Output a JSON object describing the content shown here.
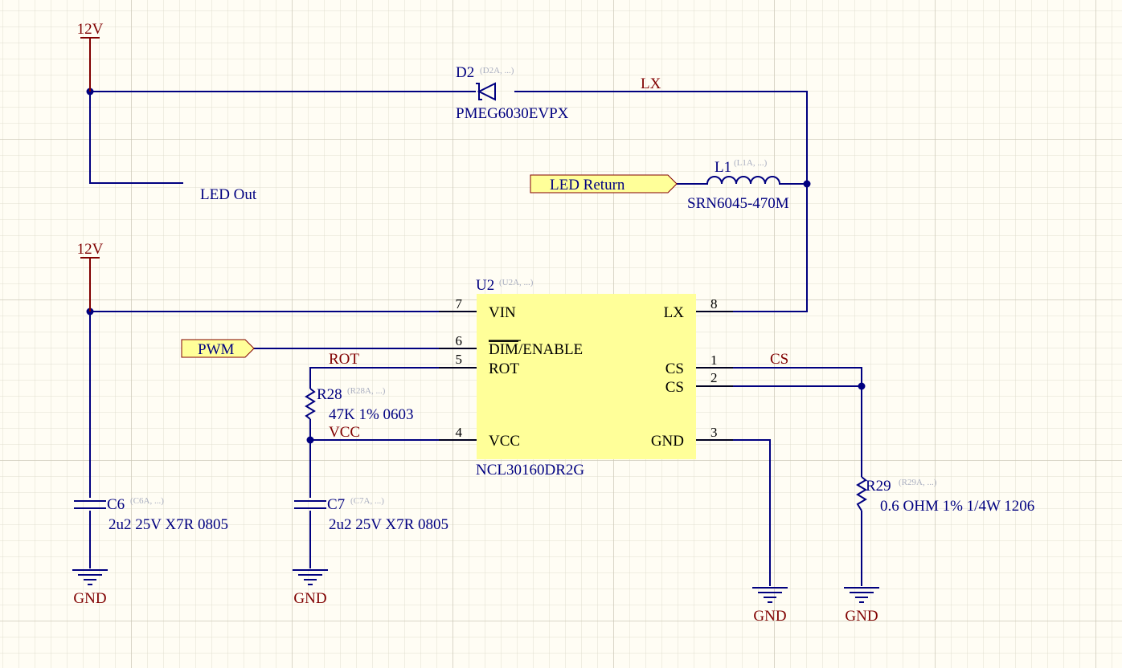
{
  "power": {
    "v12_top": "12V",
    "v12_mid": "12V",
    "gnd_c6": "GND",
    "gnd_c7": "GND",
    "gnd_u2": "GND",
    "gnd_r29": "GND"
  },
  "nets": {
    "lx": "LX",
    "rot": "ROT",
    "vcc": "VCC",
    "cs": "CS",
    "led_out": "LED Out"
  },
  "ports": {
    "led_return": "LED Return",
    "pwm": "PWM"
  },
  "components": {
    "d2": {
      "designator": "D2",
      "alt": "(D2A, ...)",
      "value": "PMEG6030EVPX"
    },
    "l1": {
      "designator": "L1",
      "alt": "(L1A, ...)",
      "value": "SRN6045-470M"
    },
    "u2": {
      "designator": "U2",
      "alt": "(U2A, ...)",
      "value": "NCL30160DR2G"
    },
    "r28": {
      "designator": "R28",
      "alt": "(R28A, ...)",
      "value": "47K 1% 0603"
    },
    "r29": {
      "designator": "R29",
      "alt": "(R29A, ...)",
      "value": "0.6 OHM 1% 1/4W 1206"
    },
    "c6": {
      "designator": "C6",
      "alt": "(C6A, ...)",
      "value": "2u2 25V X7R 0805"
    },
    "c7": {
      "designator": "C7",
      "alt": "(C7A, ...)",
      "value": "2u2 25V X7R 0805"
    }
  },
  "u2_pins": {
    "vin": {
      "num": "7",
      "name": "VIN"
    },
    "dim": {
      "num": "6",
      "name_over": "DIM",
      "name_rest": "/ENABLE"
    },
    "rot": {
      "num": "5",
      "name": "ROT"
    },
    "vcc": {
      "num": "4",
      "name": "VCC"
    },
    "lx": {
      "num": "8",
      "name": "LX"
    },
    "cs1": {
      "num": "1",
      "name": "CS"
    },
    "cs2": {
      "num": "2",
      "name": "CS"
    },
    "gnd": {
      "num": "3",
      "name": "GND"
    }
  },
  "colors": {
    "background": "#FFFDF4",
    "wire": "#000080",
    "power_label": "#800000",
    "ic_body": "#FFFF99",
    "port_fill": "#FFFF99"
  }
}
